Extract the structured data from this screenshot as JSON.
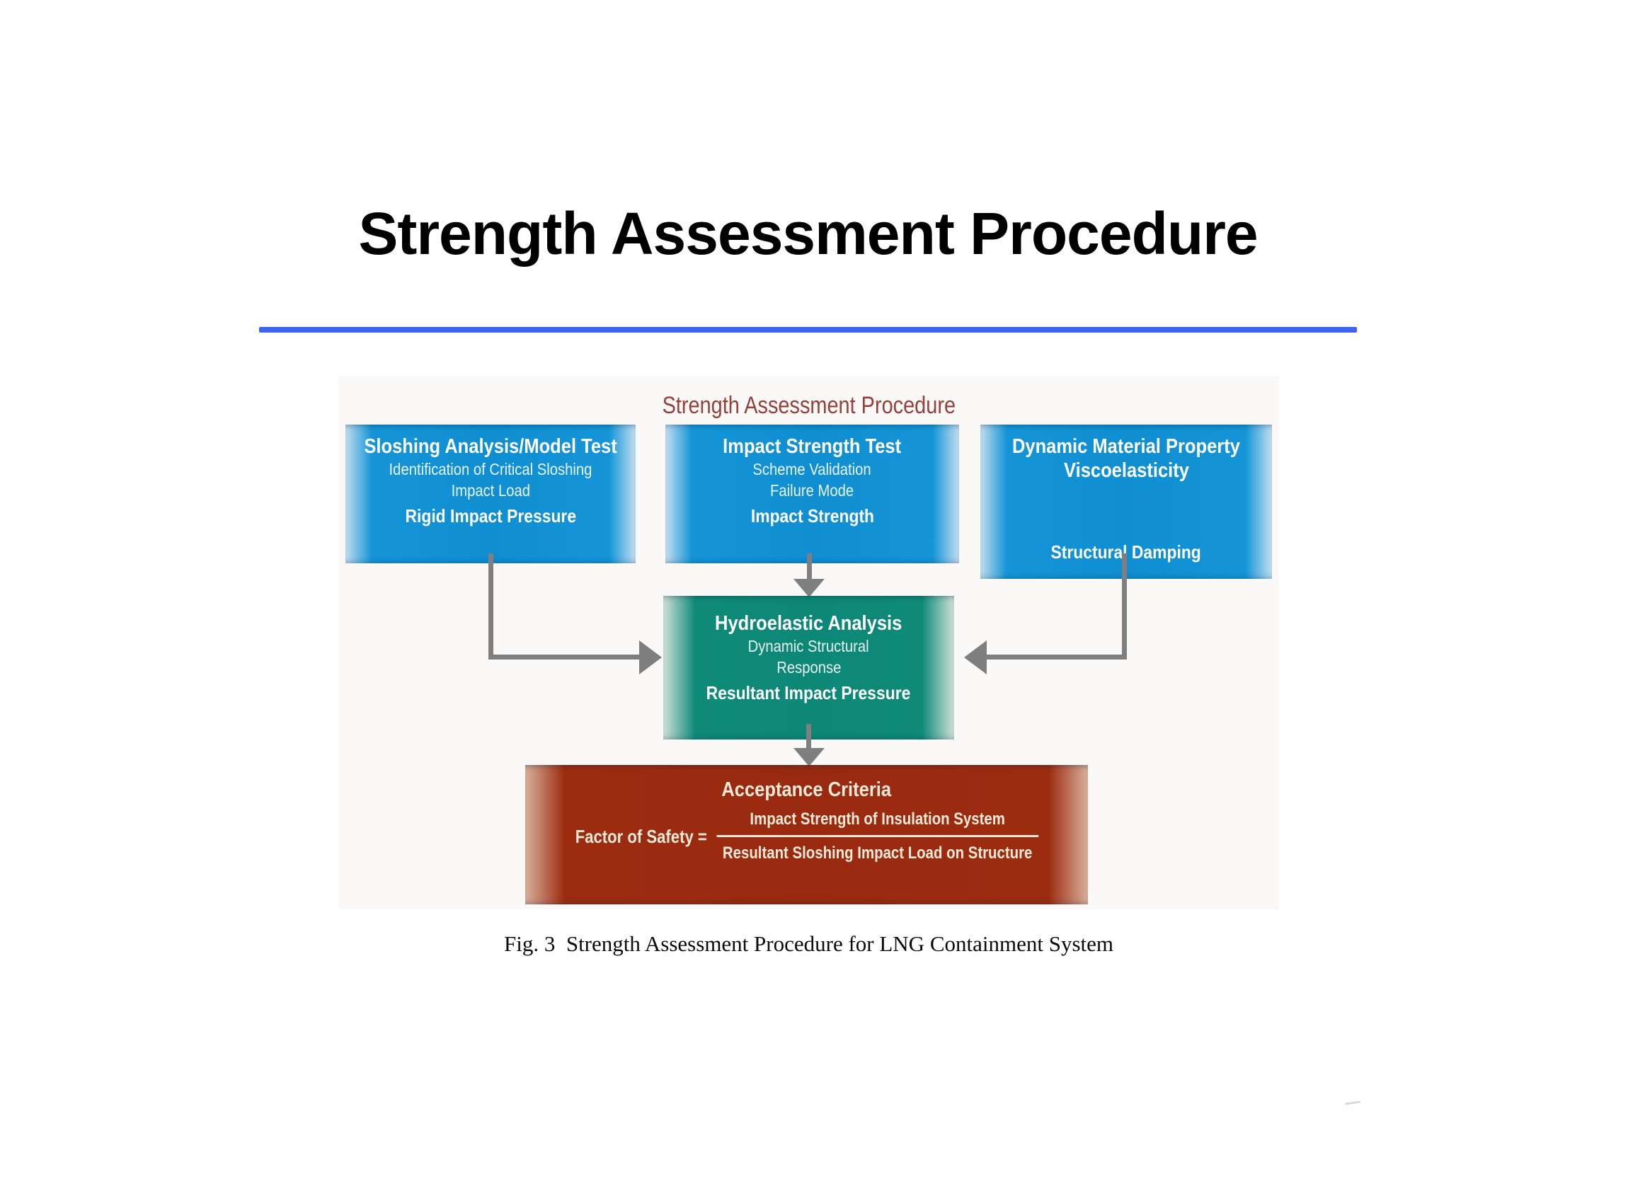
{
  "slide": {
    "title": "Strength Assessment Procedure",
    "caption": "Fig. 3  Strength Assessment Procedure for LNG Containment System"
  },
  "diagram": {
    "header": "Strength Assessment Procedure",
    "boxes": {
      "sloshing": {
        "title": "Sloshing Analysis/Model Test",
        "line1": "Identification of Critical Sloshing",
        "line2": "Impact Load",
        "emphasis": "Rigid Impact Pressure"
      },
      "impact_test": {
        "title": "Impact Strength Test",
        "line1": "Scheme Validation",
        "line2": "Failure Mode",
        "emphasis": "Impact Strength"
      },
      "material": {
        "title1": "Dynamic Material Property",
        "title2": "Viscoelasticity",
        "emphasis": "Structural Damping"
      },
      "hydroelastic": {
        "title": "Hydroelastic Analysis",
        "line1": "Dynamic Structural",
        "line2": "Response",
        "emphasis": "Resultant Impact Pressure"
      },
      "acceptance": {
        "title": "Acceptance Criteria",
        "lhs": "Factor of Safety =",
        "numerator": "Impact Strength of Insulation System",
        "denominator": "Resultant Sloshing Impact Load on Structure"
      }
    },
    "colors": {
      "box_blue": "#1595d7",
      "box_teal": "#0f8a79",
      "box_red": "#9c2c10",
      "arrow_gray": "#7f7f7f",
      "header_text": "#954139",
      "title_rule_blue": "#3e62f2"
    }
  }
}
